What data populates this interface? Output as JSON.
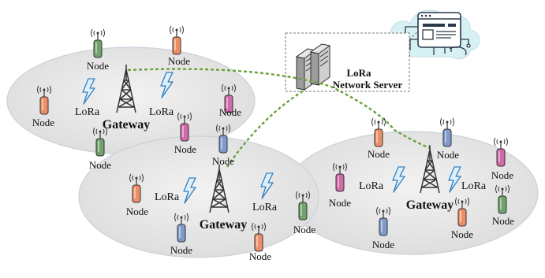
{
  "labels": {
    "node": "Node",
    "lora": "LoRa",
    "gateway": "Gateway",
    "server_line1": "LoRa",
    "server_line2": "Network Server"
  },
  "node_colors": {
    "green": "#6fa36b",
    "orange": "#ee8e66",
    "pink": "#d16aa8",
    "blue": "#7f9bcc"
  },
  "icons": [
    "node-icon",
    "gateway-tower-icon",
    "lightning-icon",
    "server-icon",
    "cloud-icon",
    "web-browser-icon"
  ],
  "colors": {
    "cell_fill": "#e8e8e8",
    "cell_stroke": "#c8d2dc",
    "link": "#6aa23b",
    "lightning_fill": "#dff0fa",
    "lightning_stroke": "#2f7fc1",
    "cloud_fill": "#d7f0f3"
  }
}
